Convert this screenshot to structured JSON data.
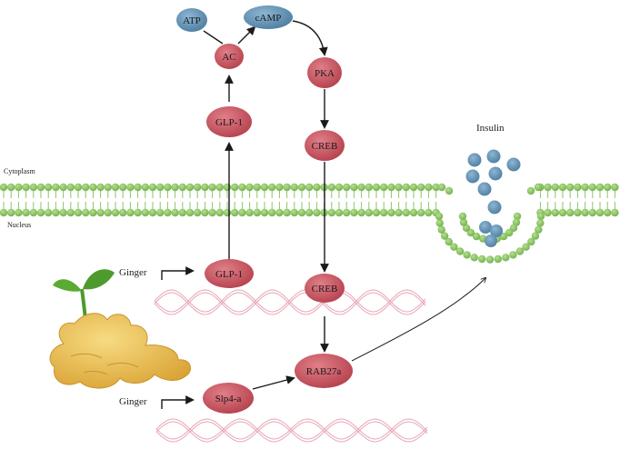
{
  "labels": {
    "cytoplasm": "Cytoplasm",
    "nucleus": "Nucleus",
    "insulin": "Insulin",
    "ginger_top": "Ginger",
    "ginger_bottom": "Ginger"
  },
  "nodes": {
    "atp": "ATP",
    "camp": "cAMP",
    "ac": "AC",
    "glp1_cyto": "GLP-1",
    "pka": "PKA",
    "creb_cyto": "CREB",
    "glp1_nuc": "GLP-1",
    "creb_nuc": "CREB",
    "rab27a": "RAB27a",
    "slp4a": "Slp4-a"
  },
  "colors": {
    "red_node": "#c0505a",
    "blue_node": "#5f8fb0",
    "membrane": "#8cc66a",
    "dna": "#e7a6b4",
    "insulin_granule": "#557c9b",
    "ginger": "#e9b946",
    "leaf": "#4f9a2c"
  }
}
